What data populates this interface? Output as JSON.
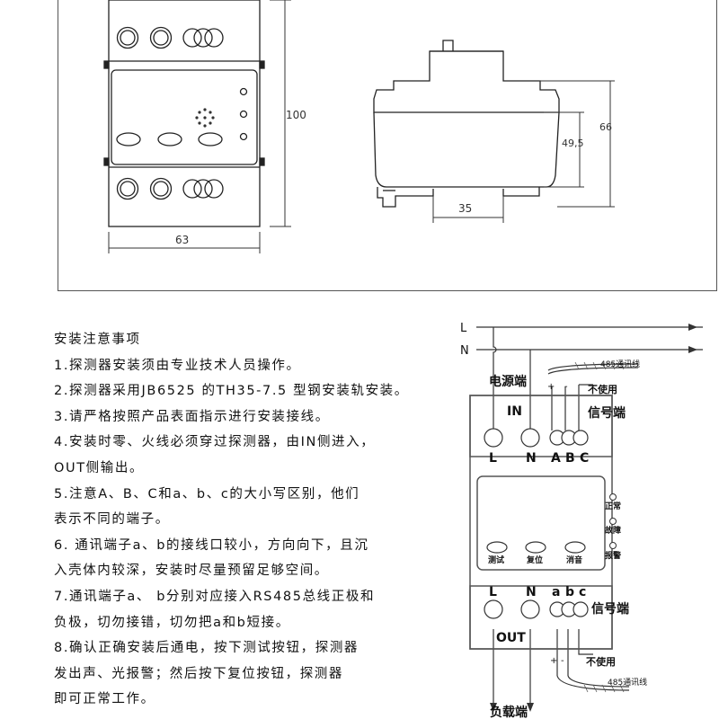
{
  "dimension_drawing": {
    "height_label": "100",
    "width_label": "63",
    "side_height_label": "66",
    "side_mid_label": "49,5",
    "rail_label": "35"
  },
  "instructions": {
    "title": "安装注意事项",
    "lines": [
      "1.探测器安装须由专业技术人员操作。",
      "2.探测器采用JB6525 的TH35-7.5 型钢安装轨安装。",
      "3.请严格按照产品表面指示进行安装接线。",
      "4.安装时零、火线必须穿过探测器，由IN侧进入，",
      "OUT侧输出。",
      "5.注意A、B、C和a、b、c的大小写区别，他们",
      "表示不同的端子。",
      "6. 通讯端子a、b的接线口较小，方向向下，且沉",
      "入壳体内较深，安装时尽量预留足够空间。",
      "7.通讯端子a、 b分别对应接入RS485总线正极和",
      "负极，切勿接错，切勿把a和b短接。",
      "8.确认正确安装后通电，按下测试按钮，探测器",
      "发出声、光报警；然后按下复位按钮，探测器",
      "即可正常工作。"
    ]
  },
  "wiring": {
    "line_L": "L",
    "line_N": "N",
    "power_terminal": "电源端",
    "comm_wire_top": "485通讯线",
    "plus": "+",
    "minus": "-",
    "unused_top": "不使用",
    "in_label": "IN",
    "signal_terminal_top": "信号端",
    "terminals_top": [
      "L",
      "N",
      "A",
      "B",
      "C"
    ],
    "status_normal": "正常",
    "status_fault": "故障",
    "status_alarm": "报警",
    "btn_test": "测试",
    "btn_reset": "复位",
    "btn_mute": "消音",
    "terminals_bottom": [
      "L",
      "N",
      "a",
      "b",
      "c"
    ],
    "signal_terminal_bottom": "信号端",
    "out_label": "OUT",
    "unused_bottom": "不使用",
    "comm_wire_bottom": "485通讯线",
    "load_terminal": "负载端"
  }
}
